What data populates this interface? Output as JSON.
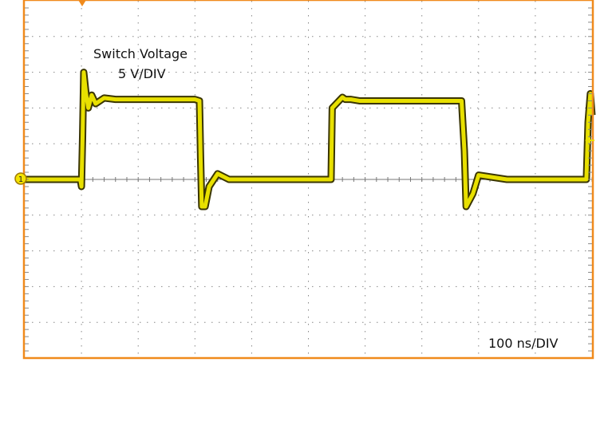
{
  "chart_data": {
    "type": "line",
    "title": "",
    "annotations": {
      "channel_name": "Switch Voltage",
      "vertical_scale": "5 V/DIV",
      "horizontal_scale": "100 ns/DIV"
    },
    "channel_marker": "1",
    "xunit": "ns",
    "yunit": "V",
    "xlim": [
      0,
      1000
    ],
    "ylim": [
      -25,
      25
    ],
    "x_divisions": 10,
    "y_divisions": 10,
    "grid": true,
    "colors": {
      "trace": "#e8e000",
      "trace_outline": "#3a3500",
      "frame": "#f08a1c",
      "grid": "#888888"
    },
    "series": [
      {
        "x": [
          0,
          98,
          100,
          102,
          104,
          108,
          112,
          118,
          125,
          140,
          160,
          300,
          308,
          310,
          312,
          318,
          325,
          340,
          360,
          530,
          540,
          542,
          560,
          565,
          575,
          590,
          620,
          680,
          770,
          775,
          778,
          790,
          800,
          850,
          980,
          990,
          993,
          997,
          1000
        ],
        "y": [
          0,
          0,
          -1,
          6,
          15,
          12,
          10,
          11.8,
          10.6,
          11.4,
          11.2,
          11.2,
          11,
          3,
          -3.8,
          -3.8,
          -1,
          0.8,
          0,
          0,
          0,
          10,
          11.5,
          11.2,
          11.2,
          11,
          11,
          11,
          11,
          4,
          -3.8,
          -2,
          0.6,
          0,
          0,
          0,
          8,
          12,
          9
        ]
      }
    ]
  }
}
